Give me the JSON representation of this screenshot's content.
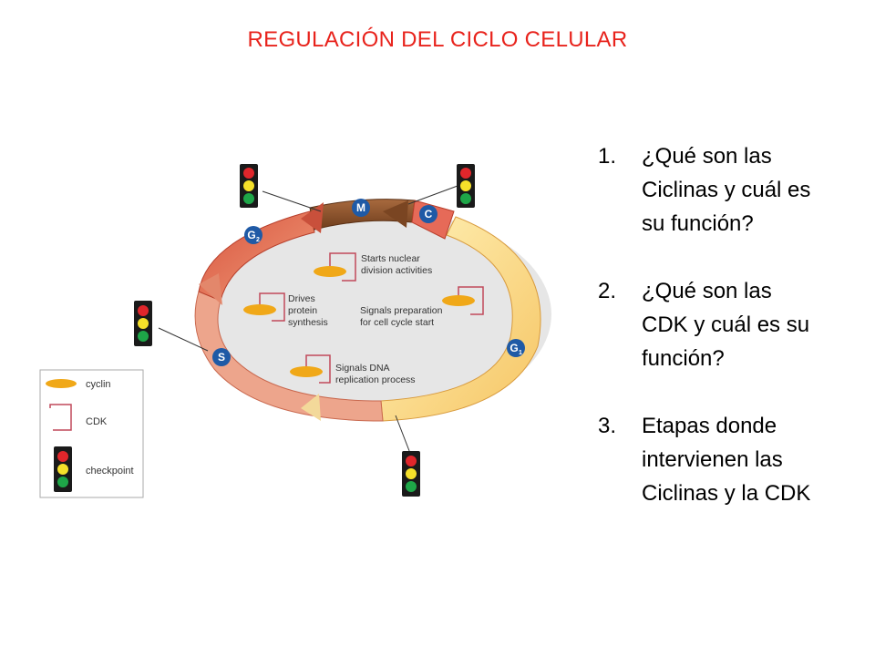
{
  "title": "REGULACIÓN DEL CICLO CELULAR",
  "questions": [
    {
      "num": "1.",
      "lines": [
        "¿Qué son las",
        "Ciclinas y cuál es",
        "su función?"
      ]
    },
    {
      "num": "2.",
      "lines": [
        "¿Qué son las",
        "CDK y cuál es su",
        "función?"
      ]
    },
    {
      "num": "3.",
      "lines": [
        "Etapas donde",
        "intervienen las",
        "Ciclinas y la CDK"
      ]
    }
  ],
  "diagram": {
    "phases": {
      "m": "M",
      "c": "C",
      "g2": "G",
      "g2_sub": "2",
      "s": "S",
      "g1": "G",
      "g1_sub": "1"
    },
    "annotations": {
      "nuclear": [
        "Starts nuclear",
        "division activities"
      ],
      "protein": [
        "Drives",
        "protein",
        "synthesis"
      ],
      "prep": [
        "Signals preparation",
        "for cell cycle start"
      ],
      "dna": [
        "Signals DNA",
        "replication process"
      ]
    },
    "legend": {
      "cyclin": "cyclin",
      "cdk": "CDK",
      "checkpoint": "checkpoint"
    },
    "colors": {
      "cyclin": "#f0a818",
      "cdk": "#c0485a",
      "red_light": "#e0262b",
      "yellow_light": "#f5e02a",
      "green_light": "#1ea648",
      "badge": "#1f5aa6"
    }
  }
}
